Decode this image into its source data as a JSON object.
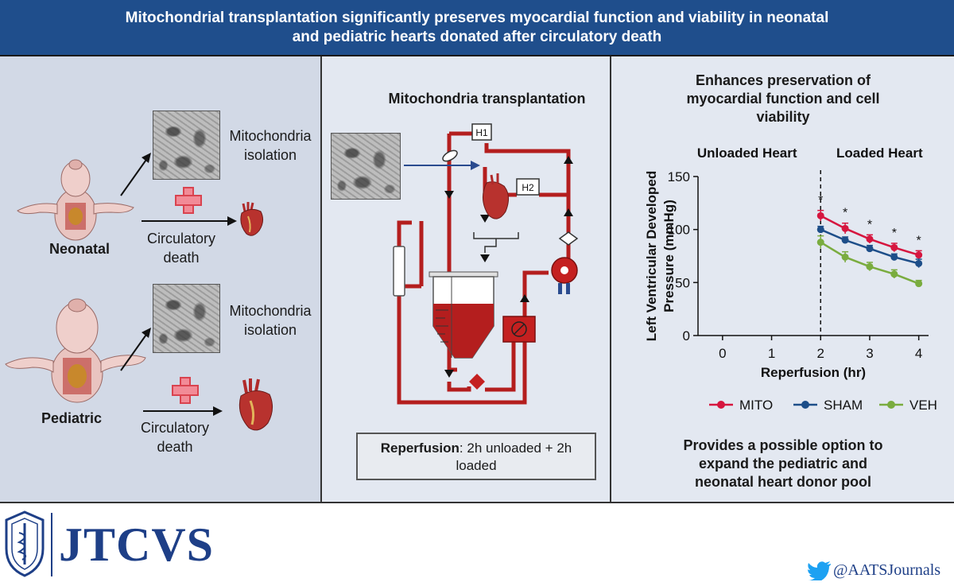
{
  "header": {
    "title": "Mitochondrial transplantation significantly preserves myocardial function and viability in neonatal and pediatric hearts donated after circulatory death"
  },
  "left_panel": {
    "neonatal": {
      "label": "Neonatal",
      "isolation_label_1": "Mitochondria",
      "isolation_label_2": "isolation",
      "death_label_1": "Circulatory",
      "death_label_2": "death"
    },
    "pediatric": {
      "label": "Pediatric",
      "isolation_label_1": "Mitochondria",
      "isolation_label_2": "isolation",
      "death_label_1": "Circulatory",
      "death_label_2": "death"
    }
  },
  "middle_panel": {
    "title": "Mitochondria transplantation",
    "h1": "H1",
    "h2": "H2",
    "reperfusion_bold": "Reperfusion",
    "reperfusion_rest": ": 2h unloaded + 2h",
    "reperfusion_line2": "loaded"
  },
  "right_panel": {
    "heading_1": "Enhances preservation of",
    "heading_2": "myocardial function and cell",
    "heading_3": "viability",
    "footer_1": "Provides a possible option to",
    "footer_2": "expand the pediatric and",
    "footer_3": "neonatal heart donor pool"
  },
  "chart_data": {
    "type": "line",
    "title": "",
    "region_labels": [
      "Unloaded Heart",
      "Loaded Heart"
    ],
    "xlabel": "Reperfusion (hr)",
    "ylabel": "Left Ventricular Developed Pressure (mmHg)",
    "xlim": [
      -0.5,
      4.2
    ],
    "ylim": [
      0,
      150
    ],
    "x_ticks": [
      0,
      1,
      2,
      3,
      4
    ],
    "y_ticks": [
      0,
      50,
      100,
      150
    ],
    "x": [
      2,
      2.5,
      3,
      3.5,
      4
    ],
    "divider_x": 2,
    "significance_marker": "*",
    "significance_x": [
      2,
      2.5,
      3,
      3.5,
      4
    ],
    "series": [
      {
        "name": "MITO",
        "color": "#d6163f",
        "values": [
          113,
          101,
          91,
          83,
          76
        ],
        "errors": [
          5,
          5,
          4,
          4,
          4
        ]
      },
      {
        "name": "SHAM",
        "color": "#1d4e89",
        "values": [
          100,
          90,
          82,
          74,
          68
        ],
        "errors": [
          3,
          3,
          3,
          3,
          4
        ]
      },
      {
        "name": "VEH",
        "color": "#7aac3f",
        "values": [
          88,
          74,
          65,
          58,
          49
        ],
        "errors": [
          6,
          5,
          4,
          4,
          3
        ]
      }
    ],
    "legend_placement": "bottom"
  },
  "footer": {
    "journal": "JTCVS",
    "twitter": "@AATSJournals"
  },
  "colors": {
    "header_bg": "#1f4e8c",
    "circuit_red": "#b41e1e",
    "brand_blue": "#1e3f87"
  }
}
